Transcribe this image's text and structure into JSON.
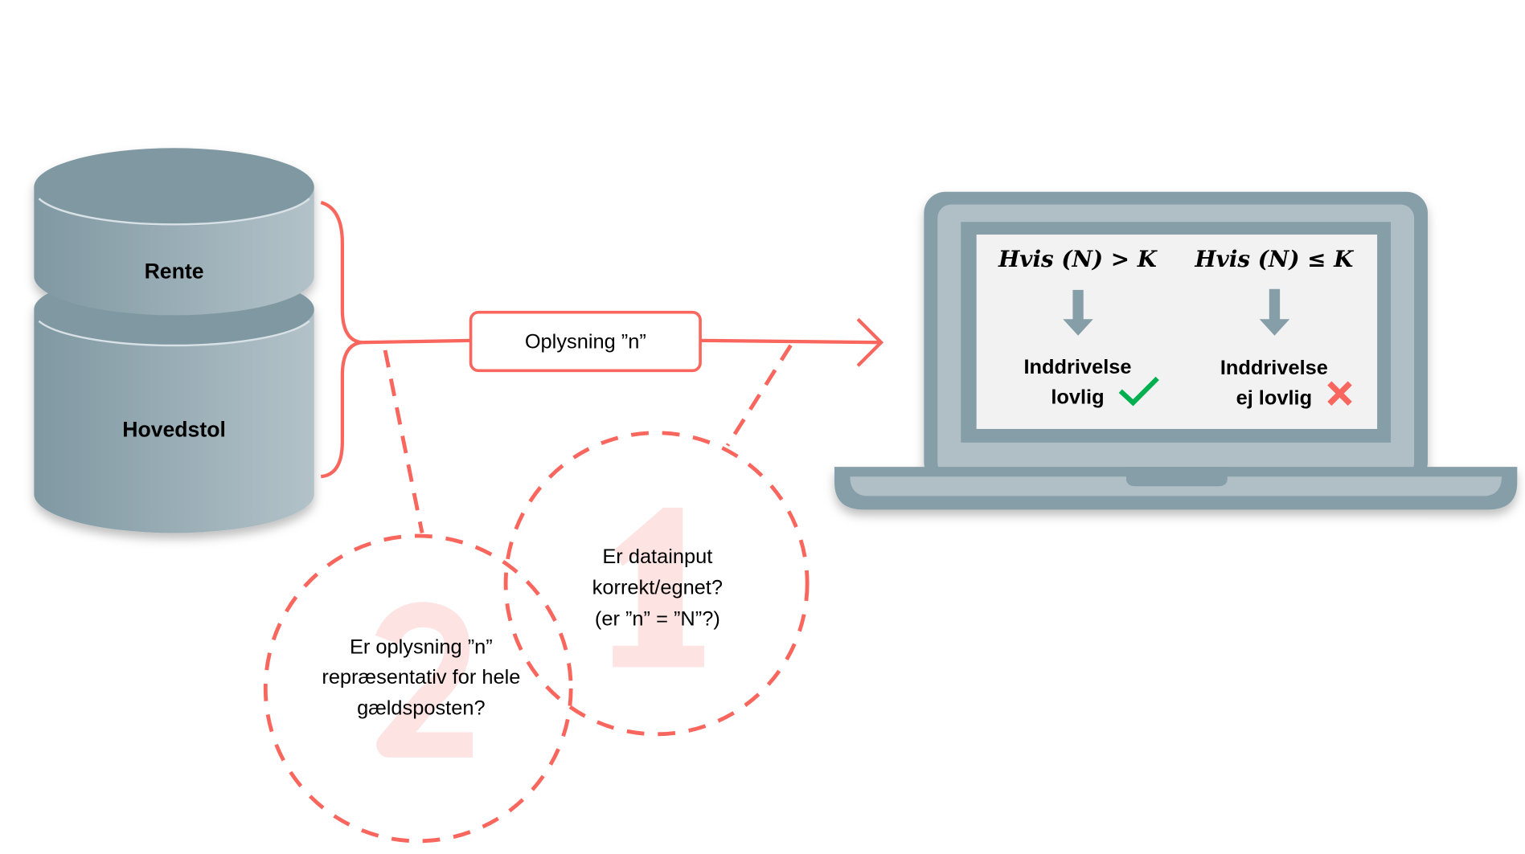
{
  "database": {
    "top_label": "Rente",
    "bottom_label": "Hovedstol"
  },
  "info_box": {
    "label": "Oplysning ”n”"
  },
  "circle_1": {
    "number": "1",
    "lines": [
      "Er datainput",
      "korrekt/egnet?",
      "(er ”n” = ”N”?)"
    ]
  },
  "circle_2": {
    "number": "2",
    "lines": [
      "Er oplysning ”n”",
      "repræsentativ for hele",
      "gældsposten?"
    ]
  },
  "laptop": {
    "left": {
      "formula": "Hvis (N) > K",
      "lines": [
        "Inddrivelse",
        "lovlig"
      ],
      "icon": "check-icon"
    },
    "right": {
      "formula": "Hvis (N) ≤ K",
      "lines": [
        "Inddrivelse",
        "ej lovlig"
      ],
      "icon": "cross-icon"
    }
  },
  "colors": {
    "accent": "#f8665e",
    "slate": "#869ea8",
    "slate_light": "#b0bfc6",
    "check": "#00b050"
  }
}
